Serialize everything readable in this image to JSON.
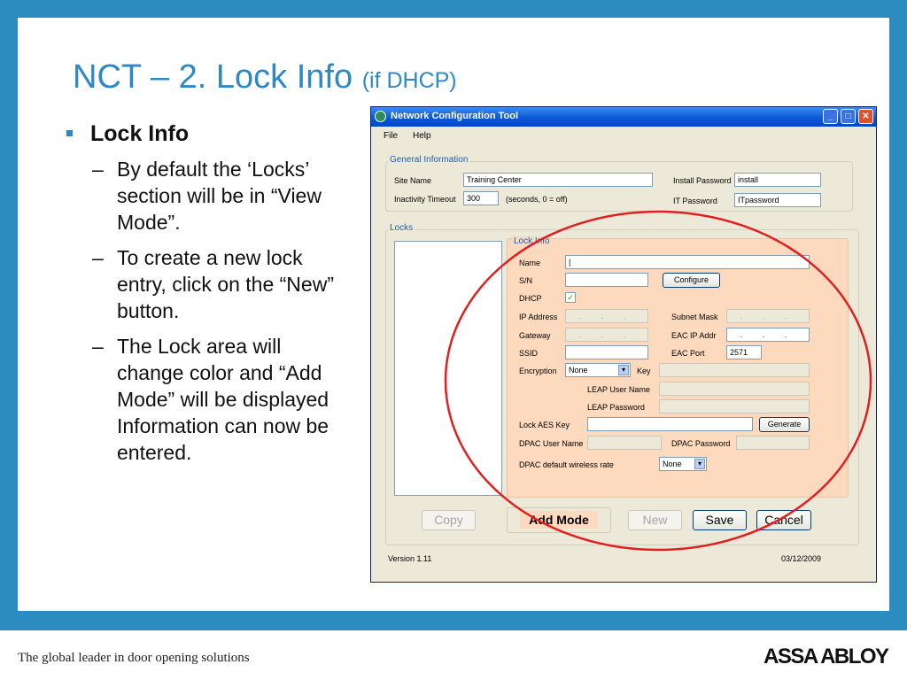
{
  "slide": {
    "title": "NCT – 2. Lock Info",
    "title_suffix": "(if DHCP)",
    "bullet_main": "Lock Info",
    "sub_bullets": [
      "By default the ‘Locks’ section will be in “View Mode”.",
      "To create a new lock entry, click on the “New” button.",
      "The Lock area will change color and “Add Mode” will be displayed Information can now be entered."
    ],
    "dash": "–",
    "footer_tagline": "The global leader in door opening solutions",
    "logo_text": "ASSA ABLOY",
    "colors": {
      "frame": "#2d8cbf",
      "title": "#2e88c4",
      "lock_info_bg": "#fdd9bd",
      "highlight_circle": "#e02020"
    }
  },
  "window": {
    "title": "Network Configuration Tool",
    "menu": [
      "File",
      "Help"
    ],
    "controls": {
      "minimize": "_",
      "maximize": "□",
      "close": "✕"
    },
    "general": {
      "title": "General Information",
      "site_name_label": "Site Name",
      "site_name_value": "Training Center",
      "inactivity_label": "Inactivity Timeout",
      "inactivity_value": "300",
      "inactivity_hint": "(seconds, 0 = off)",
      "install_password_label": "Install Password",
      "install_password_value": "install",
      "it_password_label": "IT Password",
      "it_password_value": "ITpassword"
    },
    "locks": {
      "title": "Locks",
      "lock_info_title": "Lock Info",
      "name_label": "Name",
      "name_value": "|",
      "sn_label": "S/N",
      "sn_value": "",
      "configure_button": "Configure",
      "dhcp_label": "DHCP",
      "dhcp_checked": "✓",
      "ip_label": "IP Address",
      "ip_value": ". . .",
      "subnet_label": "Subnet Mask",
      "subnet_value": ". . .",
      "gateway_label": "Gateway",
      "gateway_value": ". . .",
      "eac_ip_label": "EAC IP Addr",
      "eac_ip_value": ". . .",
      "ssid_label": "SSID",
      "ssid_value": "",
      "eac_port_label": "EAC Port",
      "eac_port_value": "2571",
      "encryption_label": "Encryption",
      "encryption_value": "None",
      "key_label": "Key",
      "leap_user_label": "LEAP User Name",
      "leap_password_label": "LEAP Password",
      "aes_key_label": "Lock AES Key",
      "generate_button": "Generate",
      "dpac_user_label": "DPAC User Name",
      "dpac_password_label": "DPAC Password",
      "dpac_rate_label": "DPAC default wireless rate",
      "dpac_rate_value": "None",
      "dropdown_arrow": "▾"
    },
    "buttons": {
      "copy": "Copy",
      "mode": "Add Mode",
      "new": "New",
      "save": "Save",
      "cancel": "Cancel"
    },
    "status": {
      "version": "Version 1.11",
      "date": "03/12/2009"
    }
  }
}
